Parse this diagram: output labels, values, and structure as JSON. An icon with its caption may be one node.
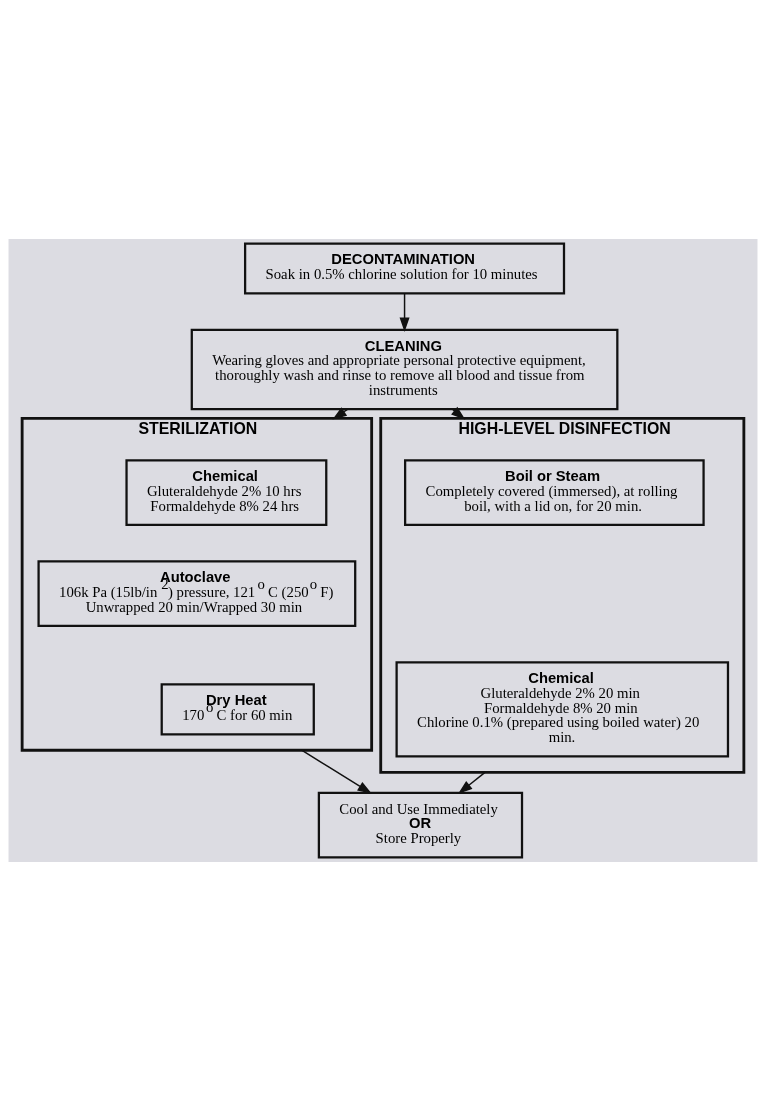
{
  "diagram": {
    "nodes": [
      {
        "text": [
          "DECONTAMINATION",
          "Soak in 0.5% chlorine solution for 10 minutes"
        ]
      },
      {
        "text": [
          "CLEANING",
          "Wearing gloves and appropriate personal protective equipment, thoroughly wash and rinse to remove all blood and tissue from instruments"
        ]
      },
      {
        "text": [
          "STERILIZATION"
        ]
      },
      {
        "text": [
          "Chemical",
          "Gluteraldehyde 2% 10 hrs",
          "Formaldehyde 8% 24 hrs"
        ],
        "in": 2
      },
      {
        "text": [
          "Autoclave",
          "106k Pa (15lb/in$^{2}$) pressure, 121$^{o}$ C (250$^{o}$ F)",
          "Unwrapped 20 min/Wrapped 30 min"
        ],
        "in": 2
      },
      {
        "text": [
          "Dry Heat",
          "170$^{o}$ C for 60 min"
        ],
        "in": 2
      },
      {
        "text": [
          "HIGH-LEVEL DISINFECTION"
        ]
      },
      {
        "text": [
          "Boil or Steam",
          "Completely covered (immersed), at rolling boil, with a lid on, for 20 min."
        ],
        "in": 6
      },
      {
        "text": [
          "Chemical",
          "Gluteraldehyde 2% 20 min",
          "Formaldehyde 8% 20 min",
          "Chlorine 0.1% (prepared using boiled water) 20 min."
        ],
        "in": 6
      },
      {
        "text": [
          "Cool and Use Immediately",
          "OR",
          "Store Properly"
        ]
      }
    ],
    "edges": [
      {
        "from": 0,
        "to": 1,
        "arrow": "to"
      },
      {
        "from": 1,
        "to": 2,
        "arrow": "to"
      },
      {
        "from": 1,
        "to": 6,
        "arrow": "to"
      },
      {
        "from": 2,
        "to": 9,
        "arrow": "to"
      },
      {
        "from": 6,
        "to": 9,
        "arrow": "to"
      }
    ]
  }
}
